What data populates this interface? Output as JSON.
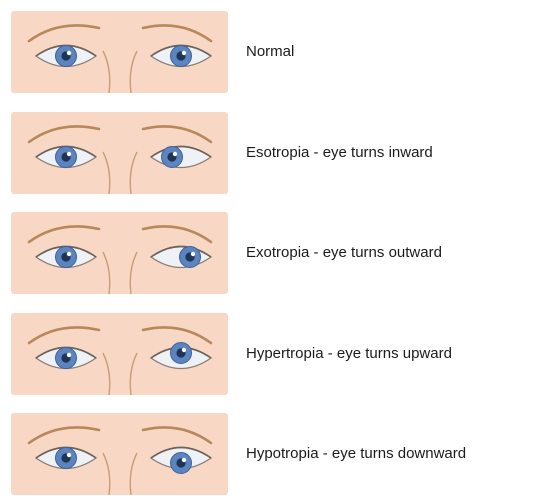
{
  "colors": {
    "skin": "#f8d8c5",
    "brow": "#b8885a",
    "iris": "#5b84c0",
    "pupil": "#1f3554",
    "label_text": "#1b1b1b"
  },
  "rows": [
    {
      "label": "Normal",
      "right_eye_gaze": "center"
    },
    {
      "label": "Esotropia - eye turns inward",
      "right_eye_gaze": "inward"
    },
    {
      "label": "Exotropia - eye turns outward",
      "right_eye_gaze": "outward"
    },
    {
      "label": "Hypertropia - eye turns upward",
      "right_eye_gaze": "upward"
    },
    {
      "label": "Hypotropia - eye turns downward",
      "right_eye_gaze": "downward"
    }
  ]
}
